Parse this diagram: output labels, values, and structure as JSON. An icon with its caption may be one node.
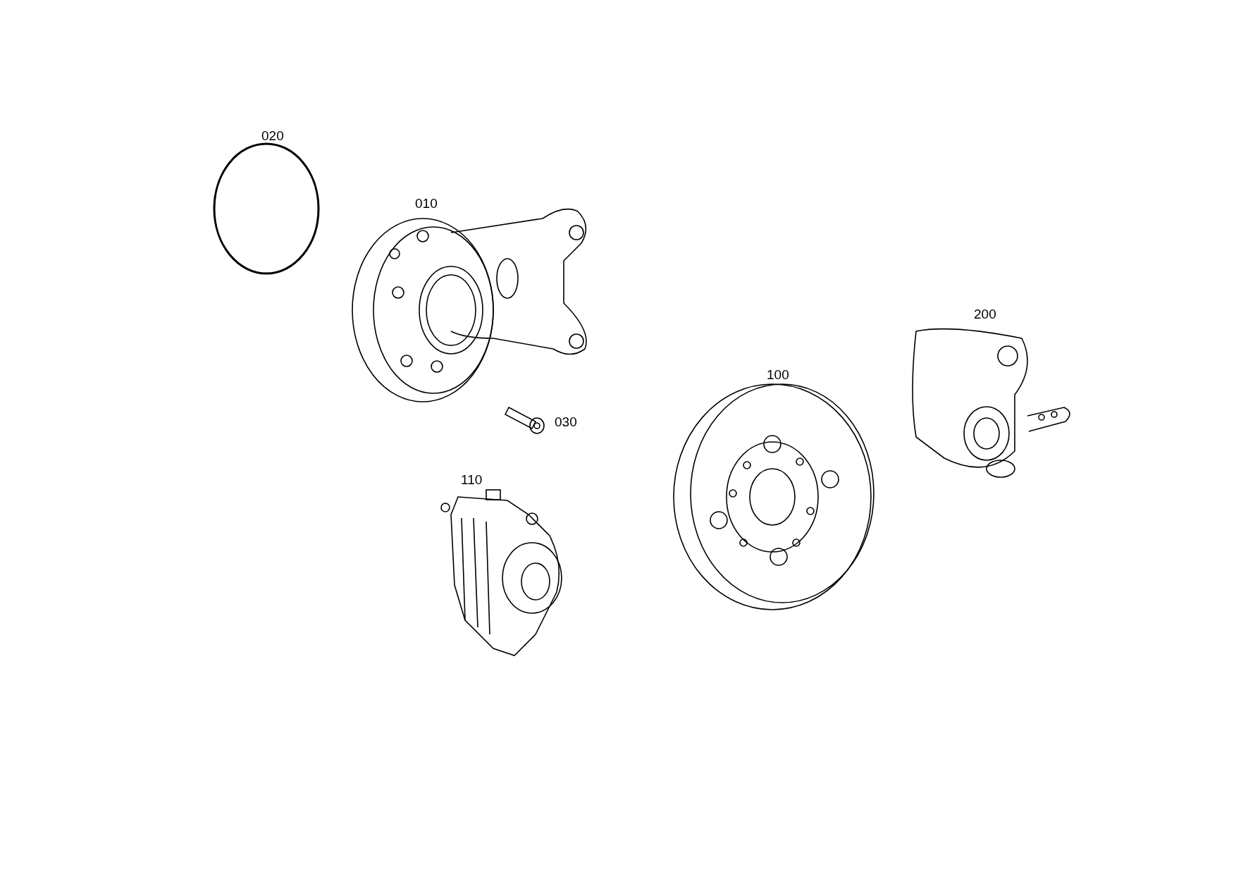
{
  "diagram": {
    "labels": [
      "020",
      "010",
      "200",
      "100",
      "030",
      "110"
    ]
  }
}
